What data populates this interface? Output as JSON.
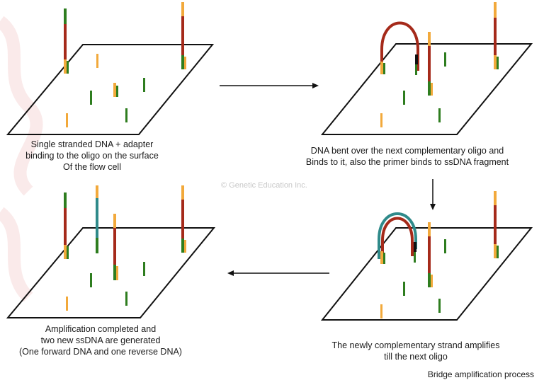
{
  "panels": [
    {
      "id": "panel-1",
      "caption_lines": [
        "Single stranded DNA + adapter",
        "binding to the oligo on the surface",
        "Of the flow cell"
      ]
    },
    {
      "id": "panel-2",
      "caption_lines": [
        "DNA bent over the next complementary oligo and",
        "Binds to it, also the primer binds to ssDNA fragment"
      ]
    },
    {
      "id": "panel-3",
      "caption_lines": [
        "The newly  complementary strand amplifies",
        "till the next oligo"
      ]
    },
    {
      "id": "panel-4",
      "caption_lines": [
        "Amplification completed and",
        "two new ssDNA are generated",
        "(One forward DNA and one reverse DNA)"
      ]
    }
  ],
  "watermark": "© Genetic Education Inc.",
  "footer_title": "Bridge amplification process",
  "colors": {
    "oligo_orange": "#f2a93b",
    "oligo_green": "#2e7d1f",
    "ssdna_red": "#a52a1a",
    "new_strand_teal": "#2f8a8a",
    "primer_black": "#111111",
    "plate_stroke": "#111111",
    "arrow": "#111111",
    "background_watermark": "#f6d9d9"
  }
}
